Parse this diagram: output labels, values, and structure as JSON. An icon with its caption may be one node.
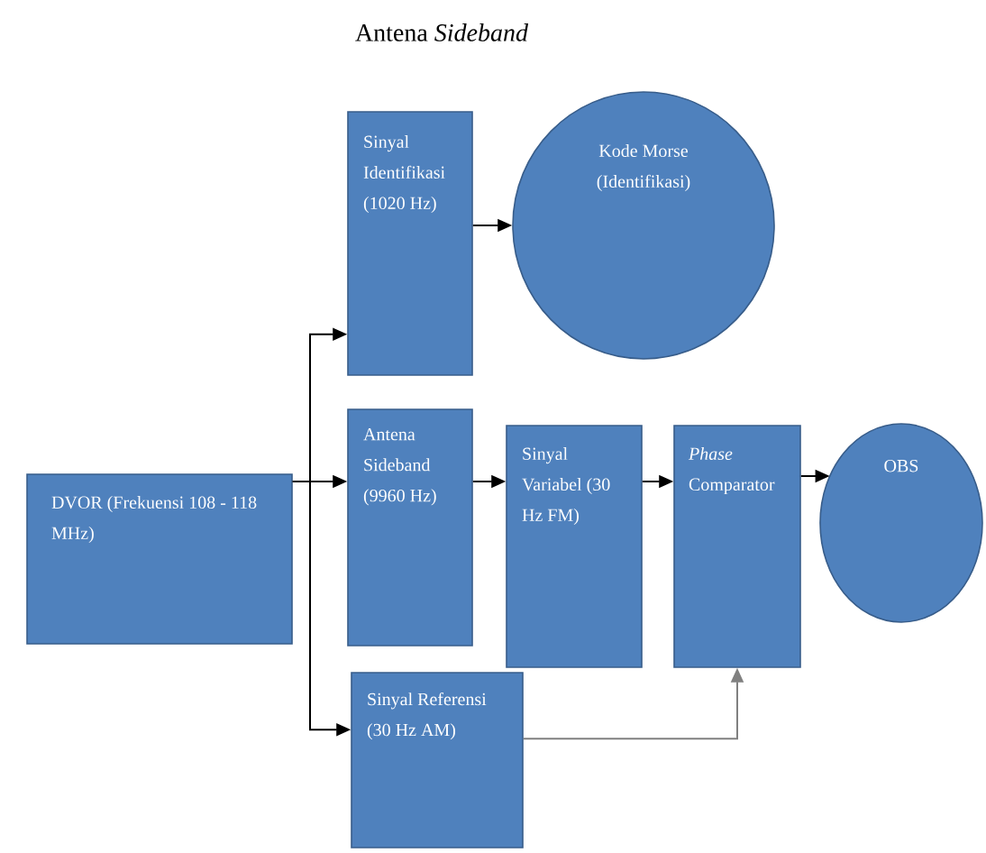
{
  "diagram": {
    "title": "Antena *Sideband*",
    "nodes": [
      {
        "text": [
          "DVOR (Frekuensi 108 - 118 MHz)"
        ]
      },
      {
        "text": [
          "Sinyal Identifikasi (1020 Hz)"
        ]
      },
      {
        "text": [
          "Kode Morse (Identifikasi)"
        ]
      },
      {
        "text": [
          "Antena Sideband (9960 Hz)"
        ]
      },
      {
        "text": [
          "Sinyal Variabel (30 Hz FM)"
        ]
      },
      {
        "text": [
          "*Phase* Comparator"
        ]
      },
      {
        "text": [
          "OBS"
        ]
      },
      {
        "text": [
          "Sinyal Referensi (30 Hz AM)"
        ]
      }
    ],
    "edges": [
      {
        "from": 0,
        "to": 1,
        "arrow": "to"
      },
      {
        "from": 0,
        "to": 3,
        "arrow": "to"
      },
      {
        "from": 0,
        "to": 7,
        "arrow": "to"
      },
      {
        "from": 1,
        "to": 2,
        "arrow": "to"
      },
      {
        "from": 3,
        "to": 4,
        "arrow": "to"
      },
      {
        "from": 4,
        "to": 5,
        "arrow": "to"
      },
      {
        "from": 5,
        "to": 6,
        "arrow": "to"
      },
      {
        "from": 7,
        "to": 5,
        "arrow": "to",
        "color": "#808080"
      }
    ]
  }
}
